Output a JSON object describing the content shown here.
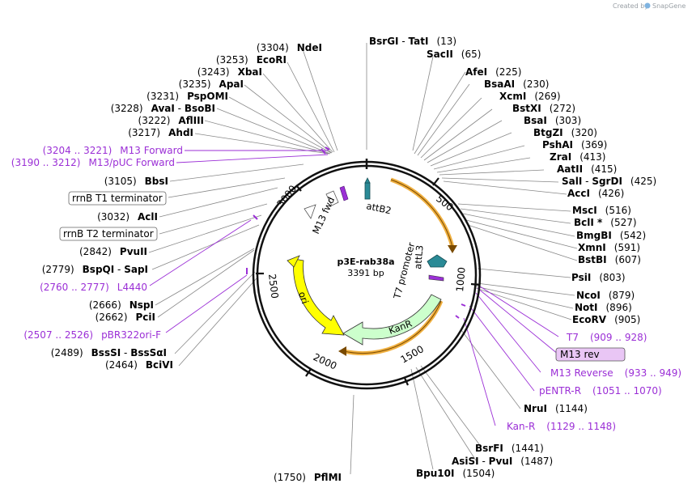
{
  "credit": {
    "prefix": "Created by",
    "brand": "SnapGene"
  },
  "plasmid": {
    "name": "p3E-rab38a",
    "length": "3391 bp"
  },
  "ticks": [
    "500",
    "1000",
    "1500",
    "2000",
    "2500",
    "3000"
  ],
  "features": {
    "attB2": "attB2",
    "m13fwd": "M13 fwd",
    "attL3": "attL3",
    "t7promoter": "T7 promoter",
    "kanr": "KanR",
    "ori": "ori"
  },
  "sites_right": [
    {
      "name": "SacII",
      "pos": "(65)"
    },
    {
      "name": "AfeI",
      "pos": "(225)"
    },
    {
      "name": "BsaAI",
      "pos": "(230)"
    },
    {
      "name": "XcmI",
      "pos": "(269)"
    },
    {
      "name": "BstXI",
      "pos": "(272)"
    },
    {
      "name": "BsaI",
      "pos": "(303)"
    },
    {
      "name": "BtgZI",
      "pos": "(320)"
    },
    {
      "name": "PshAI",
      "pos": "(369)"
    },
    {
      "name": "ZraI",
      "pos": "(413)"
    },
    {
      "name": "AatII",
      "pos": "(415)"
    },
    {
      "name": "AccI",
      "pos": "(426)"
    },
    {
      "name": "MscI",
      "pos": "(516)"
    },
    {
      "name": "BclI *",
      "pos": "(527)"
    },
    {
      "name": "BmgBI",
      "pos": "(542)"
    },
    {
      "name": "XmnI",
      "pos": "(591)"
    },
    {
      "name": "BstBI",
      "pos": "(607)"
    },
    {
      "name": "PsiI",
      "pos": "(803)"
    },
    {
      "name": "NcoI",
      "pos": "(879)"
    },
    {
      "name": "NotI",
      "pos": "(896)"
    },
    {
      "name": "EcoRV",
      "pos": "(905)"
    },
    {
      "name": "NruI",
      "pos": "(1144)"
    },
    {
      "name": "BsrFI",
      "pos": "(1441)"
    },
    {
      "name": "Bpu10I",
      "pos": "(1504)"
    }
  ],
  "sites_right_pairs": {
    "bsrgi": {
      "a": "BsrGI",
      "sep": "-",
      "b": "TatI",
      "pos": "(13)"
    },
    "sali": {
      "a": "SalI",
      "sep": "-",
      "b": "SgrDI",
      "pos": "(425)"
    },
    "asisi": {
      "a": "AsiSI",
      "sep": "-",
      "b": "PvuI",
      "pos": "(1487)"
    }
  },
  "sites_left": [
    {
      "name": "NdeI",
      "pos": "(3304)"
    },
    {
      "name": "EcoRI",
      "pos": "(3253)"
    },
    {
      "name": "XbaI",
      "pos": "(3243)"
    },
    {
      "name": "ApaI",
      "pos": "(3235)"
    },
    {
      "name": "PspOMI",
      "pos": "(3231)"
    },
    {
      "name": "AflIII",
      "pos": "(3222)"
    },
    {
      "name": "AhdI",
      "pos": "(3217)"
    },
    {
      "name": "BbsI",
      "pos": "(3105)"
    },
    {
      "name": "AclI",
      "pos": "(3032)"
    },
    {
      "name": "PvuII",
      "pos": "(2842)"
    },
    {
      "name": "NspI",
      "pos": "(2666)"
    },
    {
      "name": "PciI",
      "pos": "(2662)"
    },
    {
      "name": "BciVI",
      "pos": "(2464)"
    },
    {
      "name": "PflMI",
      "pos": "(1750)"
    }
  ],
  "sites_left_pairs": {
    "avai": {
      "a": "AvaI",
      "sep": "-",
      "b": "BsoBI",
      "pos": "(3228)"
    },
    "bspqi": {
      "a": "BspQI",
      "sep": "-",
      "b": "SapI",
      "pos": "(2779)"
    },
    "bsssi": {
      "a": "BssSI",
      "sep": "-",
      "b": "BssSαI",
      "pos": "(2489)"
    }
  },
  "primers": {
    "m13forward": {
      "range": "(3204 .. 3221)",
      "name": "M13 Forward"
    },
    "m13puc": {
      "range": "(3190 .. 3212)",
      "name": "M13/pUC Forward"
    },
    "l4440": {
      "range": "(2760 .. 2777)",
      "name": "L4440"
    },
    "pbr322": {
      "range": "(2507 .. 2526)",
      "name": "pBR322ori-F"
    },
    "t7": {
      "name": "T7",
      "range": "(909 .. 928)"
    },
    "m13rev": {
      "name": "M13 rev"
    },
    "m13reverse": {
      "name": "M13 Reverse",
      "range": "(933 .. 949)"
    },
    "pentr": {
      "name": "pENTR-R",
      "range": "(1051 .. 1070)"
    },
    "kanr": {
      "name": "Kan-R",
      "range": "(1129 .. 1148)"
    }
  },
  "boxes": {
    "t1": "rrnB T1 terminator",
    "t2": "rrnB T2 terminator"
  },
  "colors": {
    "kanr_fill": "#ccffcc",
    "ori_fill": "#ffff00",
    "orange_arc": "#f0b040",
    "attb_fill": "#2a8a96",
    "primer": "#9b2fd6",
    "m13rev_box": "#e9c6f5"
  }
}
